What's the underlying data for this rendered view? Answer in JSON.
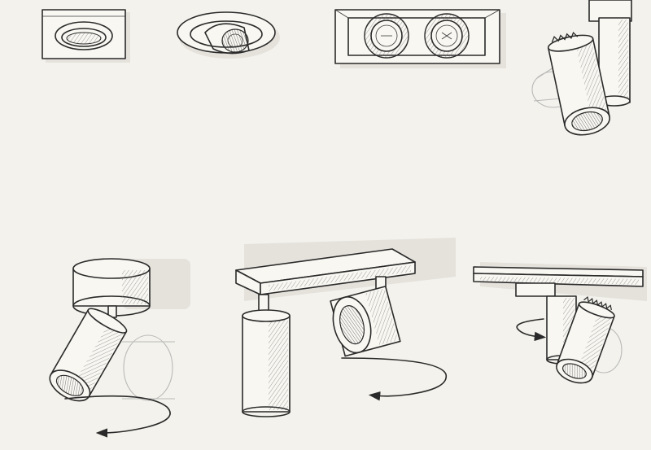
{
  "image": {
    "background": "#f3f2ec",
    "ink": "#2a2a2a",
    "style": "hand-drawn pencil sketch",
    "sketches": [
      {
        "name": "square-recessed-downlight"
      },
      {
        "name": "round-adjustable-recessed-downlight"
      },
      {
        "name": "double-recessed-spotlight"
      },
      {
        "name": "rotating-cylinder-spotlight"
      },
      {
        "name": "surface-mounted-spot-with-rotation-arrow"
      },
      {
        "name": "twin-bar-spotlight-with-rotation-arrow"
      },
      {
        "name": "track-spotlight-with-rotation-arrow"
      }
    ]
  }
}
